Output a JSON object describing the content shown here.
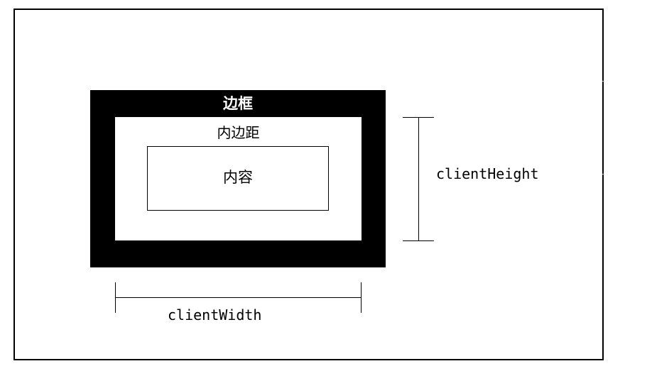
{
  "labels": {
    "border": "边框",
    "padding": "内边距",
    "content": "内容"
  },
  "dimensions": {
    "client_height": "clientHeight",
    "client_width": "clientWidth"
  },
  "colors": {
    "border": "#000000",
    "background": "#ffffff",
    "text": "#000000",
    "border_text": "#ffffff"
  }
}
